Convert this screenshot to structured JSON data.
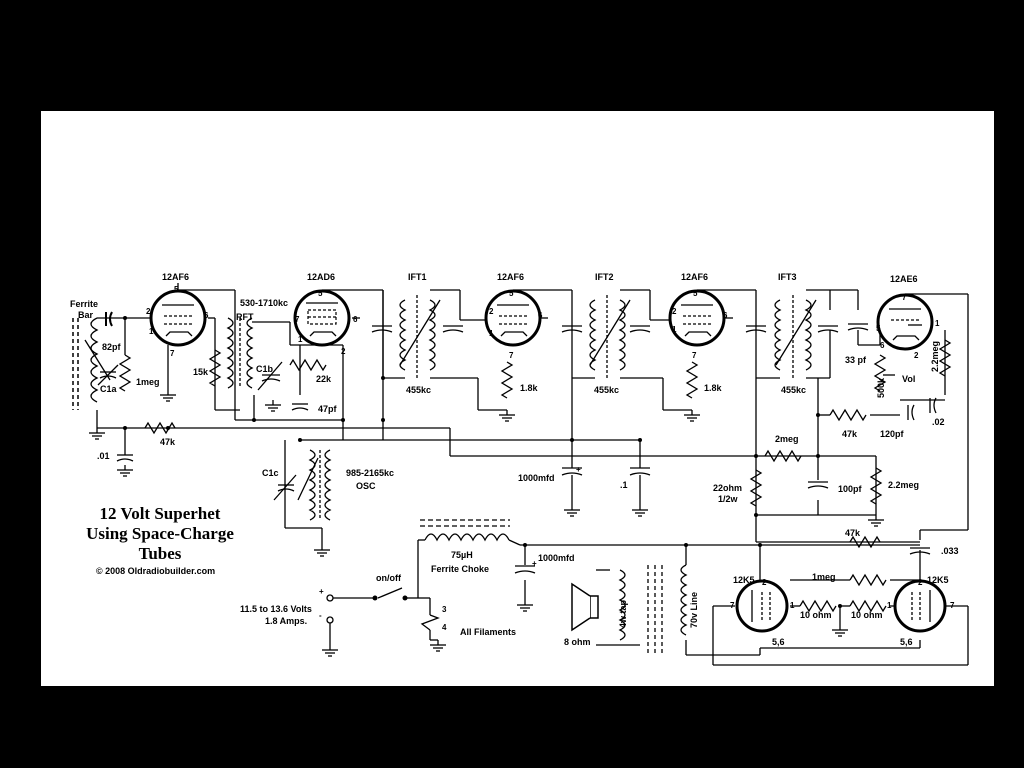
{
  "title": {
    "line1": "12 Volt Superhet",
    "line2": "Using Space-Charge",
    "line3": "Tubes",
    "copyright": "© 2008 Oldradiobuilder.com"
  },
  "tubes": {
    "rf": "12AF6",
    "converter": "12AD6",
    "if1": "12AF6",
    "if2": "12AF6",
    "detector": "12AE6",
    "output_left": "12K5",
    "output_right": "12K5"
  },
  "labels": {
    "ferrite": "Ferrite",
    "bar": "Bar",
    "c82pf": "82pf",
    "c1a": "C1a",
    "r1meg": "1meg",
    "c01": ".01",
    "r47k_a": "47k",
    "range_rf": "530-1710kc",
    "rft": "RFT",
    "r15k": "15k",
    "c1b": "C1b",
    "r22k": "22k",
    "c47pf": "47pf",
    "c1c": "C1c",
    "osc_range": "985-2165kc",
    "osc": "OSC",
    "ift1": "IFT1",
    "ift2": "IFT2",
    "ift3": "IFT3",
    "k455_1": "455kc",
    "k455_2": "455kc",
    "k455_3": "455kc",
    "r18k_1": "1.8k",
    "r18k_2": "1.8k",
    "c1000_1": "1000mfd",
    "c_p1": ".1",
    "r2meg": "2meg",
    "r22ohm": "22ohm",
    "r22ohm_w": "1/2w",
    "c100pf": "100pf",
    "r22meg_a": "2.2meg",
    "r47k_b": "47k",
    "r47k_c": "47k",
    "c33pf": "33 pf",
    "r500k": "500k",
    "vol": "Vol",
    "r22meg_b": "2.2meg",
    "c120pf": "120pf",
    "c02": ".02",
    "c033": ".033",
    "choke": "75µH",
    "choke_name": "Ferrite Choke",
    "c1000_2": "1000mfd",
    "onoff": "on/off",
    "volts": "11.5 to 13.6 Volts",
    "amps": "1.8 Amps.",
    "filaments": "All Filaments",
    "spk_ohm": "8 ohm",
    "tap_4w": "4w tap",
    "line70": "70v Line",
    "r1meg_b": "1meg",
    "r10ohm_a": "10 ohm",
    "r10ohm_b": "10 ohm",
    "pins56_a": "5,6",
    "pins56_b": "5,6"
  }
}
